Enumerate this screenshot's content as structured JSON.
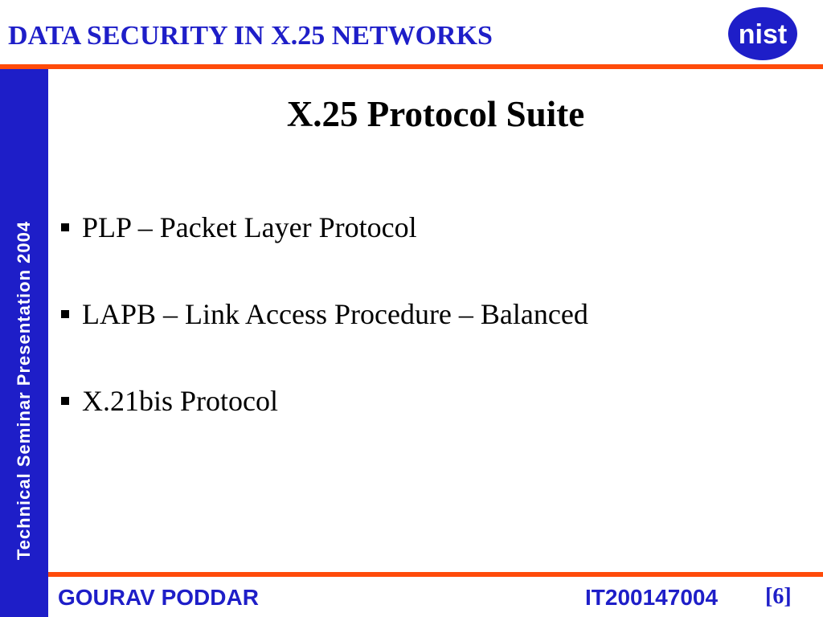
{
  "header": {
    "title": "DATA SECURITY IN X.25 NETWORKS"
  },
  "logo": {
    "text": "nist",
    "color": "#1e1ec8"
  },
  "sidebar": {
    "text": "Technical Seminar Presentation 2004"
  },
  "slide": {
    "title": "X.25 Protocol Suite",
    "bullets": [
      "PLP – Packet Layer Protocol",
      "LAPB – Link Access Procedure – Balanced",
      "X.21bis Protocol"
    ]
  },
  "footer": {
    "author": "GOURAV PODDAR",
    "id": "IT200147004",
    "page": "[6]"
  },
  "colors": {
    "accent_blue": "#1e1ec8",
    "accent_orange": "#ff4b0a",
    "background": "#ffffff"
  }
}
